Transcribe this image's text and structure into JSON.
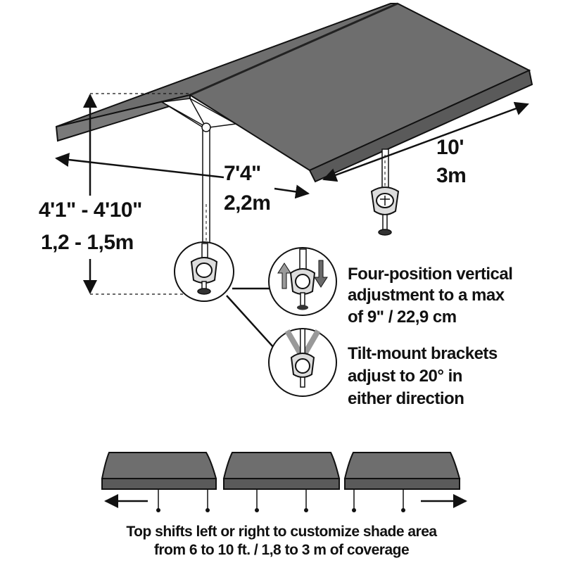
{
  "dimensions": {
    "length_ft": "10'",
    "length_m": "3m",
    "width_ft": "7'4\"",
    "width_m": "2,2m",
    "height_ft": "4'1\" - 4'10\"",
    "height_m": "1,2 - 1,5m"
  },
  "features": {
    "vertical": {
      "line1": "Four-position vertical",
      "line2": "adjustment to a max",
      "line3": "of 9\" / 22,9 cm"
    },
    "tilt": {
      "line1": "Tilt-mount brackets",
      "line2": "adjust to 20° in",
      "line3": "either direction"
    }
  },
  "caption": {
    "line1": "Top shifts left or right to customize shade area",
    "line2": "from  6 to 10 ft. / 1,8 to 3 m of coverage"
  },
  "colors": {
    "canopy": "#6e6e6e",
    "canopy_front": "#5a5a5a",
    "arrow_light": "#9a9a9a",
    "arrow_dark": "#6a6a6a",
    "line": "#111111"
  },
  "icons": {
    "up_arrow": "up-arrow-icon",
    "down_arrow": "down-arrow-icon",
    "left_arrow": "left-arrow-icon",
    "right_arrow": "right-arrow-icon"
  }
}
